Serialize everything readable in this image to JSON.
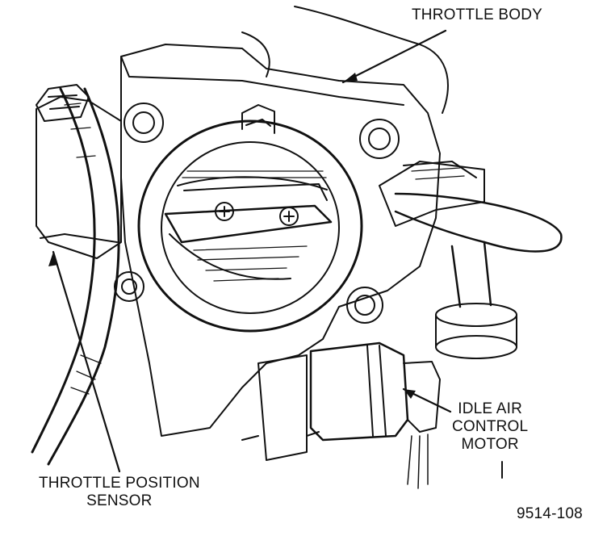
{
  "labels": {
    "throttle_body": "THROTTLE BODY",
    "throttle_position_sensor": [
      "THROTTLE POSITION",
      "SENSOR"
    ],
    "idle_air_control_motor": [
      "IDLE AIR",
      "CONTROL",
      "MOTOR"
    ],
    "figure_number": "9514-108"
  },
  "colors": {
    "ink": "#111111",
    "paper": "#ffffff"
  }
}
